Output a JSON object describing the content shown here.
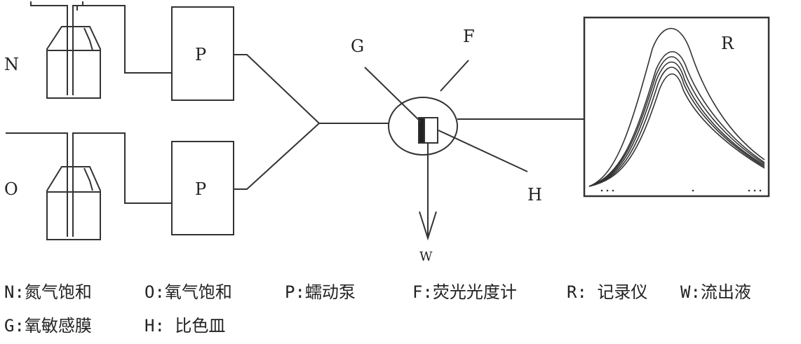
{
  "labels": {
    "N": "N",
    "O": "O",
    "P_top": "P",
    "P_bottom": "P",
    "G": "G",
    "F": "F",
    "H": "H",
    "R": "R",
    "W": "W"
  },
  "legend": {
    "row1": [
      "N:氮气饱和",
      "O:氧气饱和",
      "P:蠕动泵",
      "F:荧光光度计",
      "R: 记录仪",
      "W:流出液"
    ],
    "row2": [
      "G:氧敏感膜",
      "H: 比色皿"
    ]
  }
}
